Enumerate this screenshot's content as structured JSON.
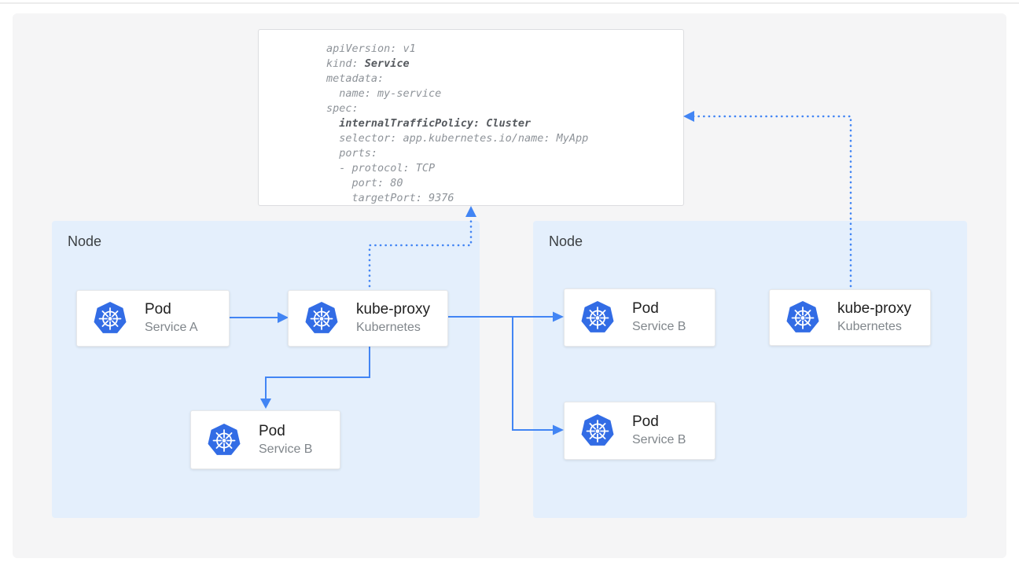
{
  "yaml": {
    "lines": [
      [
        {
          "t": "apiVersion: v1"
        }
      ],
      [
        {
          "t": "kind: "
        },
        {
          "t": "Service",
          "b": true
        }
      ],
      [
        {
          "t": "metadata:"
        }
      ],
      [
        {
          "t": "  name: my-service"
        }
      ],
      [
        {
          "t": "spec:"
        }
      ],
      [
        {
          "t": "  "
        },
        {
          "t": "internalTrafficPolicy: Cluster",
          "b": true
        }
      ],
      [
        {
          "t": "  selector: app.kubernetes.io/name: MyApp"
        }
      ],
      [
        {
          "t": "  ports:"
        }
      ],
      [
        {
          "t": "  - protocol: TCP"
        }
      ],
      [
        {
          "t": "    port: 80"
        }
      ],
      [
        {
          "t": "    targetPort: 9376"
        }
      ]
    ]
  },
  "left_node": {
    "label": "Node"
  },
  "right_node": {
    "label": "Node"
  },
  "cards": {
    "pod_a": {
      "title": "Pod",
      "subtitle": "Service A",
      "icon": "kubernetes-logo"
    },
    "kube_proxy_left": {
      "title": "kube-proxy",
      "subtitle": "Kubernetes",
      "icon": "kubernetes-logo"
    },
    "pod_b_left": {
      "title": "Pod",
      "subtitle": "Service B",
      "icon": "kubernetes-logo"
    },
    "pod_b_right_top": {
      "title": "Pod",
      "subtitle": "Service B",
      "icon": "kubernetes-logo"
    },
    "pod_b_right_bottom": {
      "title": "Pod",
      "subtitle": "Service B",
      "icon": "kubernetes-logo"
    },
    "kube_proxy_right": {
      "title": "kube-proxy",
      "subtitle": "Kubernetes",
      "icon": "kubernetes-logo"
    }
  },
  "colors": {
    "arrow_blue": "#4285f4",
    "kubernetes_blue": "#326ce5",
    "node_background": "#e4effc",
    "panel_background": "#f5f5f6",
    "code_regular": "#8e9399",
    "code_bold": "#55595e"
  }
}
